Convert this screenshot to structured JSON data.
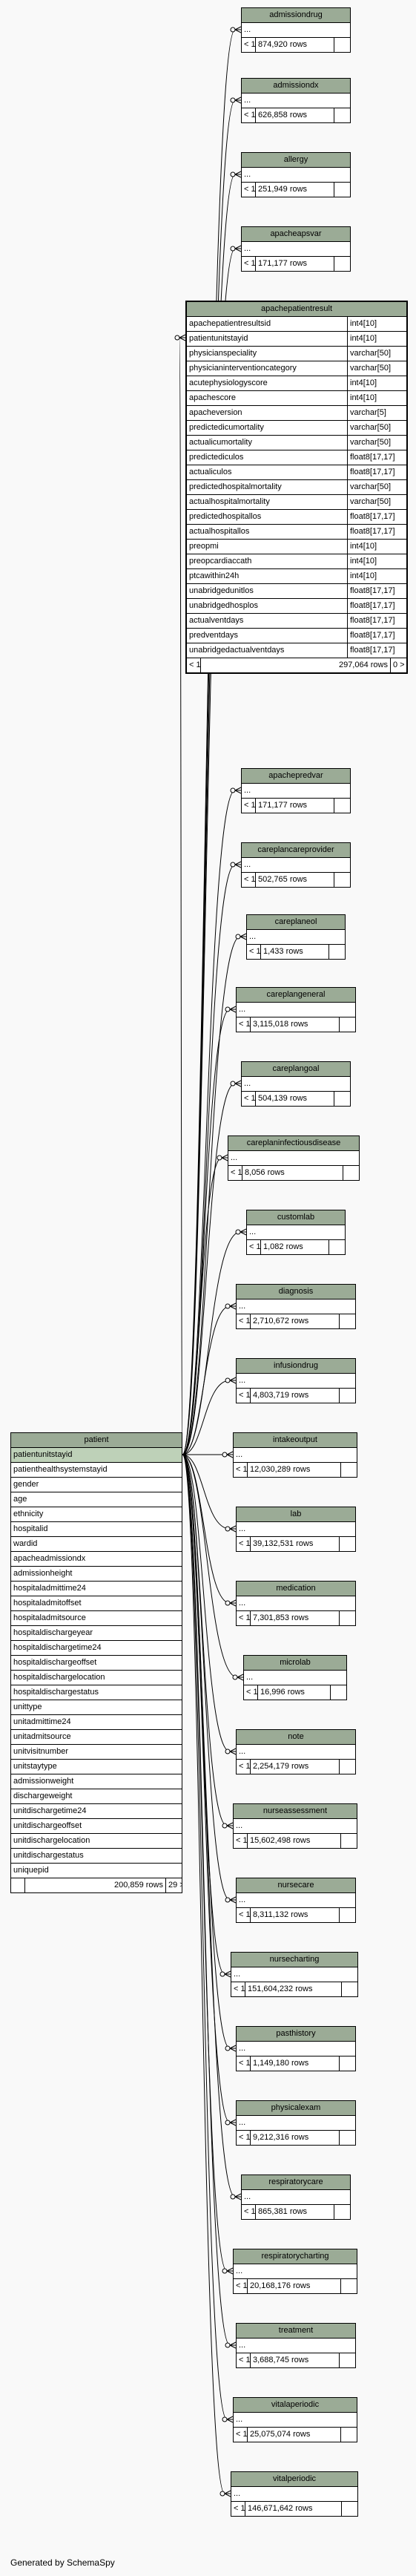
{
  "footer": "Generated by SchemaSpy",
  "tables": {
    "admissiondrug": {
      "name": "admissiondrug",
      "rows": "874,920 rows"
    },
    "admissiondx": {
      "name": "admissiondx",
      "rows": "626,858 rows"
    },
    "allergy": {
      "name": "allergy",
      "rows": "251,949 rows"
    },
    "apacheapsvar": {
      "name": "apacheapsvar",
      "rows": "171,177 rows"
    },
    "apachepatientresult": {
      "name": "apachepatientresult",
      "rows": "297,064 rows",
      "children": "0 >",
      "columns": [
        {
          "name": "apachepatientresultsid",
          "type": "int4[10]"
        },
        {
          "name": "patientunitstayid",
          "type": "int4[10]"
        },
        {
          "name": "physicianspeciality",
          "type": "varchar[50]"
        },
        {
          "name": "physicianinterventioncategory",
          "type": "varchar[50]"
        },
        {
          "name": "acutephysiologyscore",
          "type": "int4[10]"
        },
        {
          "name": "apachescore",
          "type": "int4[10]"
        },
        {
          "name": "apacheversion",
          "type": "varchar[5]"
        },
        {
          "name": "predictedicumortality",
          "type": "varchar[50]"
        },
        {
          "name": "actualicumortality",
          "type": "varchar[50]"
        },
        {
          "name": "predictediculos",
          "type": "float8[17,17]"
        },
        {
          "name": "actualiculos",
          "type": "float8[17,17]"
        },
        {
          "name": "predictedhospitalmortality",
          "type": "varchar[50]"
        },
        {
          "name": "actualhospitalmortality",
          "type": "varchar[50]"
        },
        {
          "name": "predictedhospitallos",
          "type": "float8[17,17]"
        },
        {
          "name": "actualhospitallos",
          "type": "float8[17,17]"
        },
        {
          "name": "preopmi",
          "type": "int4[10]"
        },
        {
          "name": "preopcardiaccath",
          "type": "int4[10]"
        },
        {
          "name": "ptcawithin24h",
          "type": "int4[10]"
        },
        {
          "name": "unabridgedunitlos",
          "type": "float8[17,17]"
        },
        {
          "name": "unabridgedhosplos",
          "type": "float8[17,17]"
        },
        {
          "name": "actualventdays",
          "type": "float8[17,17]"
        },
        {
          "name": "predventdays",
          "type": "float8[17,17]"
        },
        {
          "name": "unabridgedactualventdays",
          "type": "float8[17,17]"
        }
      ]
    },
    "apachepredvar": {
      "name": "apachepredvar",
      "rows": "171,177 rows"
    },
    "careplancareprovider": {
      "name": "careplancareprovider",
      "rows": "502,765 rows"
    },
    "careplaneol": {
      "name": "careplaneol",
      "rows": "1,433 rows"
    },
    "careplangeneral": {
      "name": "careplangeneral",
      "rows": "3,115,018 rows"
    },
    "careplangoal": {
      "name": "careplangoal",
      "rows": "504,139 rows"
    },
    "careplaninfectiousdisease": {
      "name": "careplaninfectiousdisease",
      "rows": "8,056 rows"
    },
    "customlab": {
      "name": "customlab",
      "rows": "1,082 rows"
    },
    "diagnosis": {
      "name": "diagnosis",
      "rows": "2,710,672 rows"
    },
    "infusiondrug": {
      "name": "infusiondrug",
      "rows": "4,803,719 rows"
    },
    "intakeoutput": {
      "name": "intakeoutput",
      "rows": "12,030,289 rows"
    },
    "lab": {
      "name": "lab",
      "rows": "39,132,531 rows"
    },
    "medication": {
      "name": "medication",
      "rows": "7,301,853 rows"
    },
    "microlab": {
      "name": "microlab",
      "rows": "16,996 rows"
    },
    "note": {
      "name": "note",
      "rows": "2,254,179 rows"
    },
    "nurseassessment": {
      "name": "nurseassessment",
      "rows": "15,602,498 rows"
    },
    "nursecare": {
      "name": "nursecare",
      "rows": "8,311,132 rows"
    },
    "nursecharting": {
      "name": "nursecharting",
      "rows": "151,604,232 rows"
    },
    "pasthistory": {
      "name": "pasthistory",
      "rows": "1,149,180 rows"
    },
    "physicalexam": {
      "name": "physicalexam",
      "rows": "9,212,316 rows"
    },
    "respiratorycare": {
      "name": "respiratorycare",
      "rows": "865,381 rows"
    },
    "respiratorycharting": {
      "name": "respiratorycharting",
      "rows": "20,168,176 rows"
    },
    "treatment": {
      "name": "treatment",
      "rows": "3,688,745 rows"
    },
    "vitalaperiodic": {
      "name": "vitalaperiodic",
      "rows": "25,075,074 rows"
    },
    "vitalperiodic": {
      "name": "vitalperiodic",
      "rows": "146,671,642 rows"
    },
    "patient": {
      "name": "patient",
      "rows": "200,859 rows",
      "children": "29 >",
      "columns": [
        {
          "name": "patientunitstayid",
          "key": true
        },
        {
          "name": "patienthealthsystemstayid"
        },
        {
          "name": "gender"
        },
        {
          "name": "age"
        },
        {
          "name": "ethnicity"
        },
        {
          "name": "hospitalid"
        },
        {
          "name": "wardid"
        },
        {
          "name": "apacheadmissiondx"
        },
        {
          "name": "admissionheight"
        },
        {
          "name": "hospitaladmittime24"
        },
        {
          "name": "hospitaladmitoffset"
        },
        {
          "name": "hospitaladmitsource"
        },
        {
          "name": "hospitaldischargeyear"
        },
        {
          "name": "hospitaldischargetime24"
        },
        {
          "name": "hospitaldischargeoffset"
        },
        {
          "name": "hospitaldischargelocation"
        },
        {
          "name": "hospitaldischargestatus"
        },
        {
          "name": "unittype"
        },
        {
          "name": "unitadmittime24"
        },
        {
          "name": "unitadmitsource"
        },
        {
          "name": "unitvisitnumber"
        },
        {
          "name": "unitstaytype"
        },
        {
          "name": "admissionweight"
        },
        {
          "name": "dischargeweight"
        },
        {
          "name": "unitdischargetime24"
        },
        {
          "name": "unitdischargeoffset"
        },
        {
          "name": "unitdischargelocation"
        },
        {
          "name": "unitdischargestatus"
        },
        {
          "name": "uniquepid"
        }
      ]
    }
  },
  "labels": {
    "ellipsis": "...",
    "lt": "< 1"
  }
}
